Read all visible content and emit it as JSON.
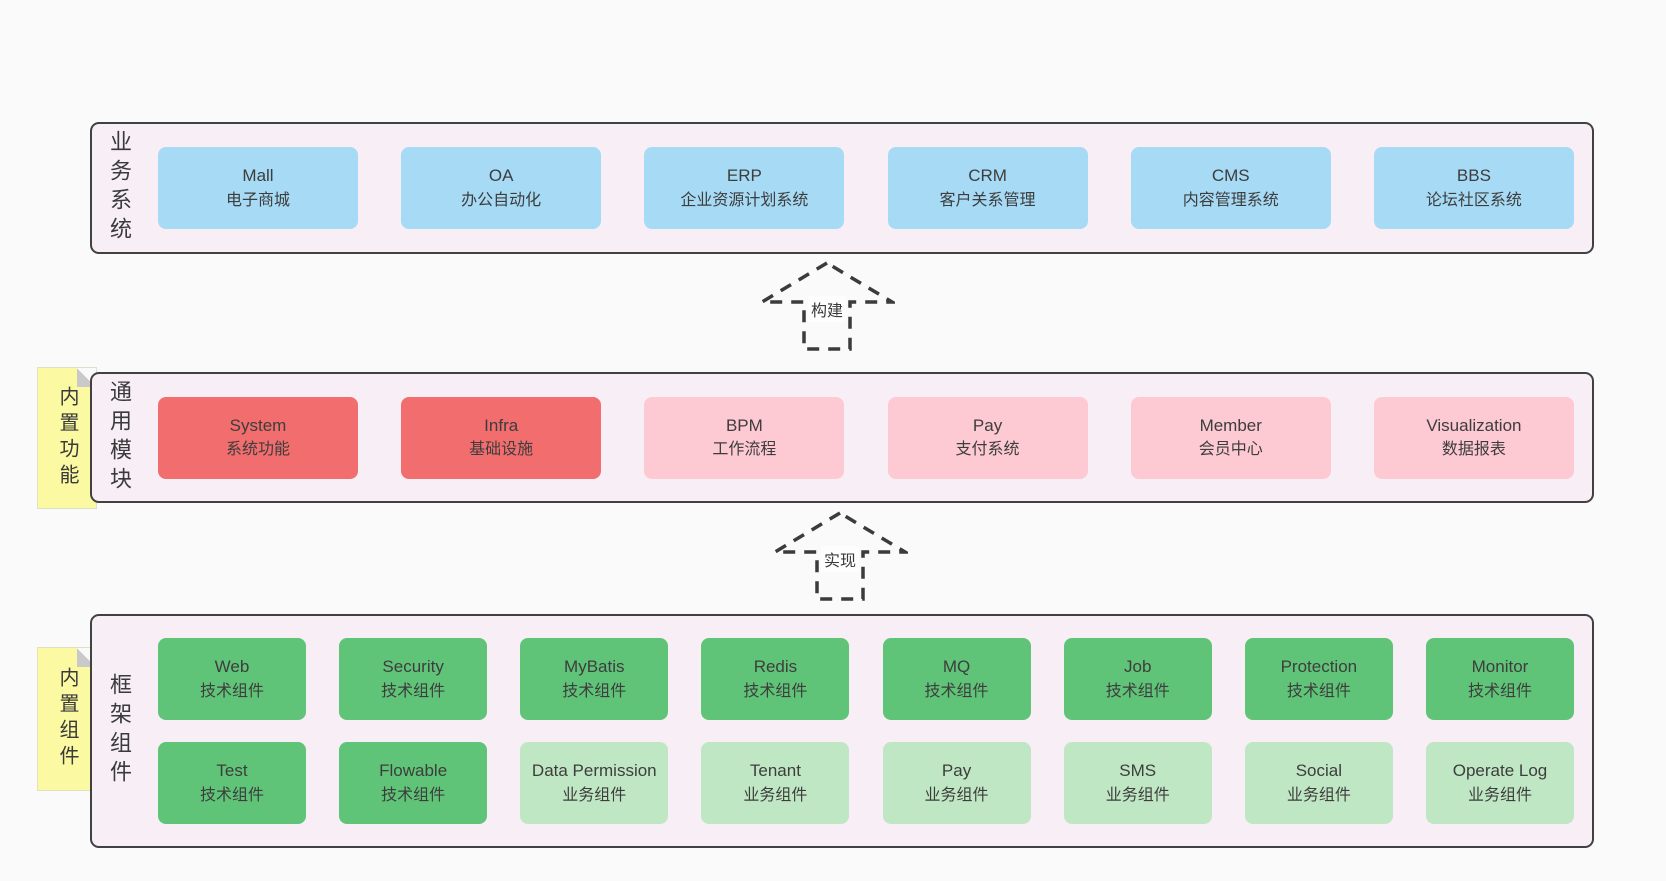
{
  "colors": {
    "blue": "#a6daf5",
    "red": "#f16d6e",
    "pink": "#fdc9d3",
    "green_dark": "#60c478",
    "green_light": "#c0e7c4",
    "yellow": "#fbf9a2",
    "container_bg": "#f8eef6",
    "border": "#414141"
  },
  "arrows": [
    {
      "label": "构建"
    },
    {
      "label": "实现"
    }
  ],
  "layers": [
    {
      "label": "业务系统",
      "sticky": null,
      "rows": [
        [
          {
            "name": "Mall",
            "desc": "电子商城",
            "color": "blue"
          },
          {
            "name": "OA",
            "desc": "办公自动化",
            "color": "blue"
          },
          {
            "name": "ERP",
            "desc": "企业资源计划系统",
            "color": "blue"
          },
          {
            "name": "CRM",
            "desc": "客户关系管理",
            "color": "blue"
          },
          {
            "name": "CMS",
            "desc": "内容管理系统",
            "color": "blue"
          },
          {
            "name": "BBS",
            "desc": "论坛社区系统",
            "color": "blue"
          }
        ]
      ]
    },
    {
      "label": "通用模块",
      "sticky": "内置功能",
      "rows": [
        [
          {
            "name": "System",
            "desc": "系统功能",
            "color": "red"
          },
          {
            "name": "Infra",
            "desc": "基础设施",
            "color": "red"
          },
          {
            "name": "BPM",
            "desc": "工作流程",
            "color": "pink"
          },
          {
            "name": "Pay",
            "desc": "支付系统",
            "color": "pink"
          },
          {
            "name": "Member",
            "desc": "会员中心",
            "color": "pink"
          },
          {
            "name": "Visualization",
            "desc": "数据报表",
            "color": "pink"
          }
        ]
      ]
    },
    {
      "label": "框架组件",
      "sticky": "内置组件",
      "rows": [
        [
          {
            "name": "Web",
            "desc": "技术组件",
            "color": "green_dark"
          },
          {
            "name": "Security",
            "desc": "技术组件",
            "color": "green_dark"
          },
          {
            "name": "MyBatis",
            "desc": "技术组件",
            "color": "green_dark"
          },
          {
            "name": "Redis",
            "desc": "技术组件",
            "color": "green_dark"
          },
          {
            "name": "MQ",
            "desc": "技术组件",
            "color": "green_dark"
          },
          {
            "name": "Job",
            "desc": "技术组件",
            "color": "green_dark"
          },
          {
            "name": "Protection",
            "desc": "技术组件",
            "color": "green_dark"
          },
          {
            "name": "Monitor",
            "desc": "技术组件",
            "color": "green_dark"
          }
        ],
        [
          {
            "name": "Test",
            "desc": "技术组件",
            "color": "green_dark"
          },
          {
            "name": "Flowable",
            "desc": "技术组件",
            "color": "green_dark"
          },
          {
            "name": "Data Permission",
            "desc": "业务组件",
            "color": "green_light"
          },
          {
            "name": "Tenant",
            "desc": "业务组件",
            "color": "green_light"
          },
          {
            "name": "Pay",
            "desc": "业务组件",
            "color": "green_light"
          },
          {
            "name": "SMS",
            "desc": "业务组件",
            "color": "green_light"
          },
          {
            "name": "Social",
            "desc": "业务组件",
            "color": "green_light"
          },
          {
            "name": "Operate Log",
            "desc": "业务组件",
            "color": "green_light"
          }
        ]
      ]
    }
  ]
}
